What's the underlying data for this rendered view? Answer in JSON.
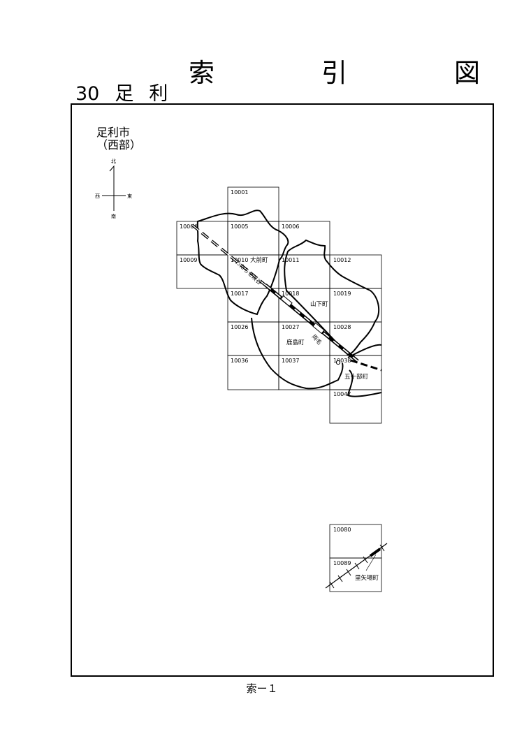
{
  "header": {
    "title": "索　引　図",
    "section_number": "30",
    "section_name": "足利"
  },
  "city": {
    "name": "足利市",
    "area": "（西部）"
  },
  "compass": {
    "north": "北",
    "south": "南",
    "east": "東",
    "west": "西"
  },
  "tiles": [
    {
      "id": "10001"
    },
    {
      "id": "10004"
    },
    {
      "id": "10005"
    },
    {
      "id": "10006"
    },
    {
      "id": "10009"
    },
    {
      "id": "10010"
    },
    {
      "id": "10011"
    },
    {
      "id": "10012"
    },
    {
      "id": "10017"
    },
    {
      "id": "10018"
    },
    {
      "id": "10019"
    },
    {
      "id": "10026"
    },
    {
      "id": "10027"
    },
    {
      "id": "10028"
    },
    {
      "id": "10036"
    },
    {
      "id": "10037"
    },
    {
      "id": "10038"
    },
    {
      "id": "10047"
    },
    {
      "id": "10080"
    },
    {
      "id": "10089"
    }
  ],
  "places": {
    "omae": "大前町",
    "yamashita": "山下町",
    "kashima": "鹿島町",
    "gojubu": "五十部町",
    "sato_yaba": "里矢場町",
    "watarase_line": "わたらせ渓谷",
    "ryomo_line": "両毛"
  },
  "footer": {
    "page": "索ー１"
  }
}
